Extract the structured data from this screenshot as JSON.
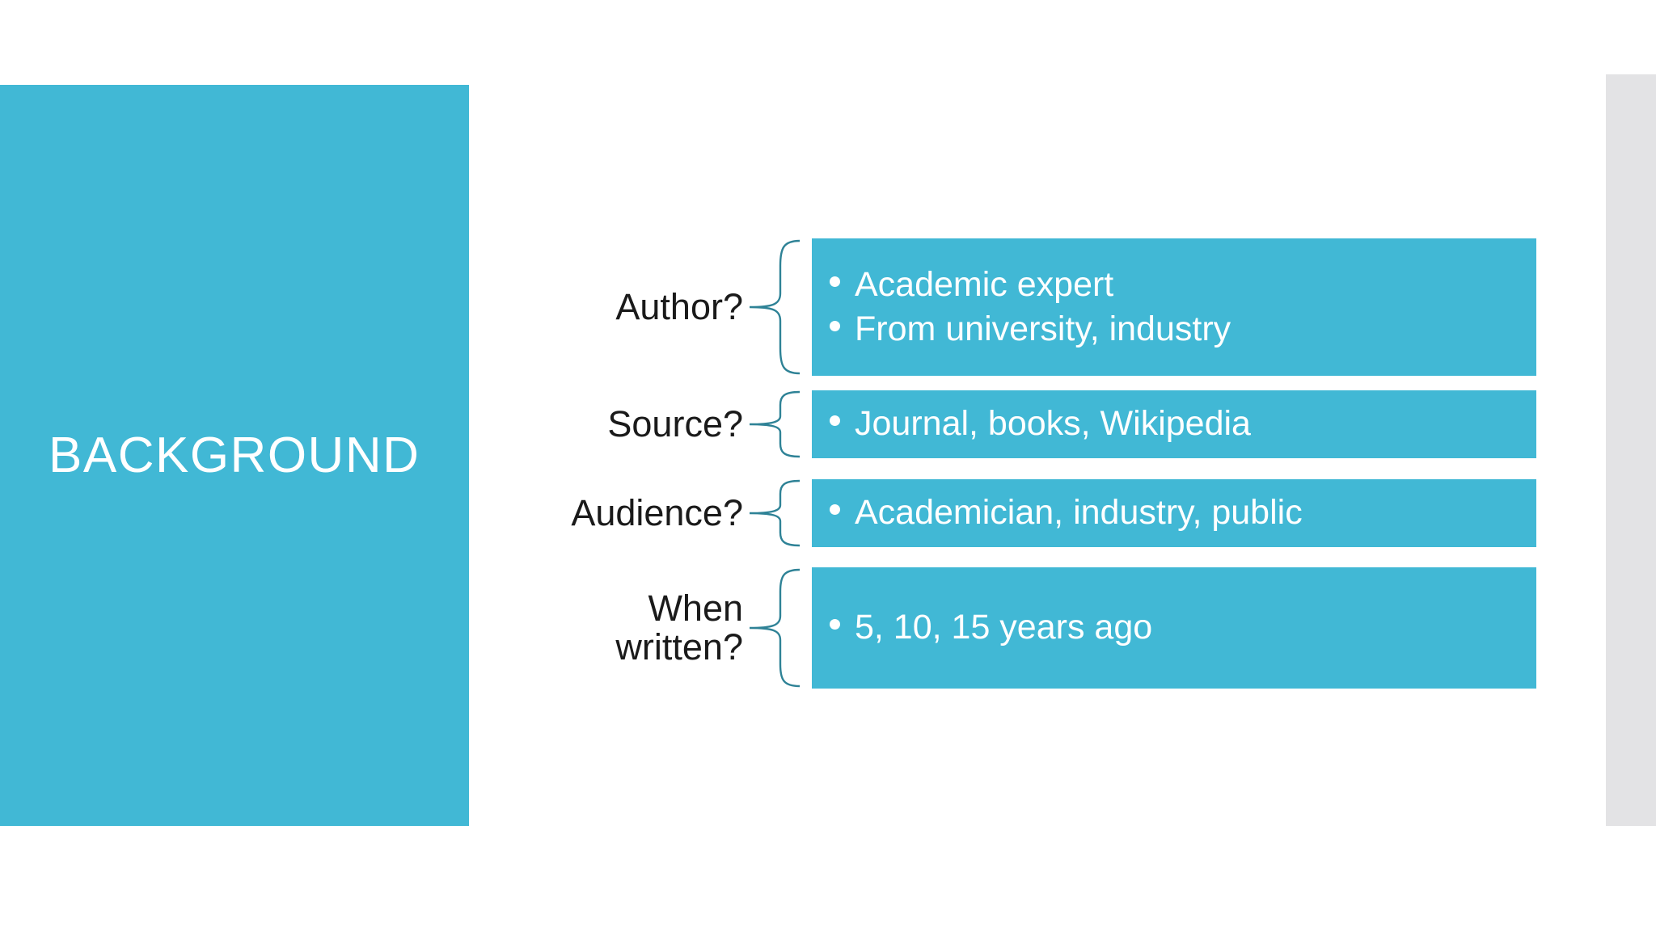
{
  "slide": {
    "title": "BACKGROUND",
    "accent_color": "#41b8d5",
    "brace_color": "#2e8296",
    "text_color_on_accent": "#ffffff",
    "label_color": "#1a1a1a",
    "right_panel_color": "#e3e3e5"
  },
  "rows": [
    {
      "label": "Author?",
      "label_line1": "Author?",
      "label_line2": "",
      "bullets": [
        "Academic expert",
        "From university, industry"
      ]
    },
    {
      "label": "Source?",
      "label_line1": "Source?",
      "label_line2": "",
      "bullets": [
        "Journal, books, Wikipedia"
      ]
    },
    {
      "label": "Audience?",
      "label_line1": "Audience?",
      "label_line2": "",
      "bullets": [
        "Academician, industry, public"
      ]
    },
    {
      "label": "When written?",
      "label_line1": "When",
      "label_line2": "written?",
      "bullets": [
        "5, 10, 15 years ago"
      ]
    }
  ]
}
